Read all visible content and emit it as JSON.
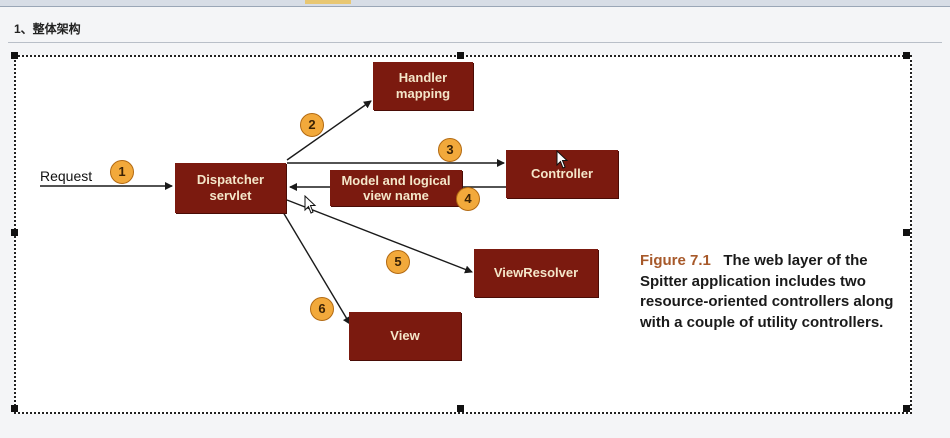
{
  "heading": "1、整体架构",
  "diagram": {
    "request_label": "Request",
    "boxes": {
      "dispatcher": "Dispatcher\nservlet",
      "handler": "Handler\nmapping",
      "controller": "Controller",
      "model": "Model and logical\nview name",
      "viewresolver": "ViewResolver",
      "view": "View"
    },
    "steps": [
      "1",
      "2",
      "3",
      "4",
      "5",
      "6"
    ]
  },
  "caption": {
    "figure": "Figure 7.1",
    "text": "The web layer of the Spitter application includes two resource-oriented controllers along with a couple of utility controllers."
  },
  "colors": {
    "box_fill": "#7b1a0f",
    "box_text": "#f4e6c9",
    "badge_fill": "#f2a93b",
    "caption_figure": "#a7592a"
  }
}
